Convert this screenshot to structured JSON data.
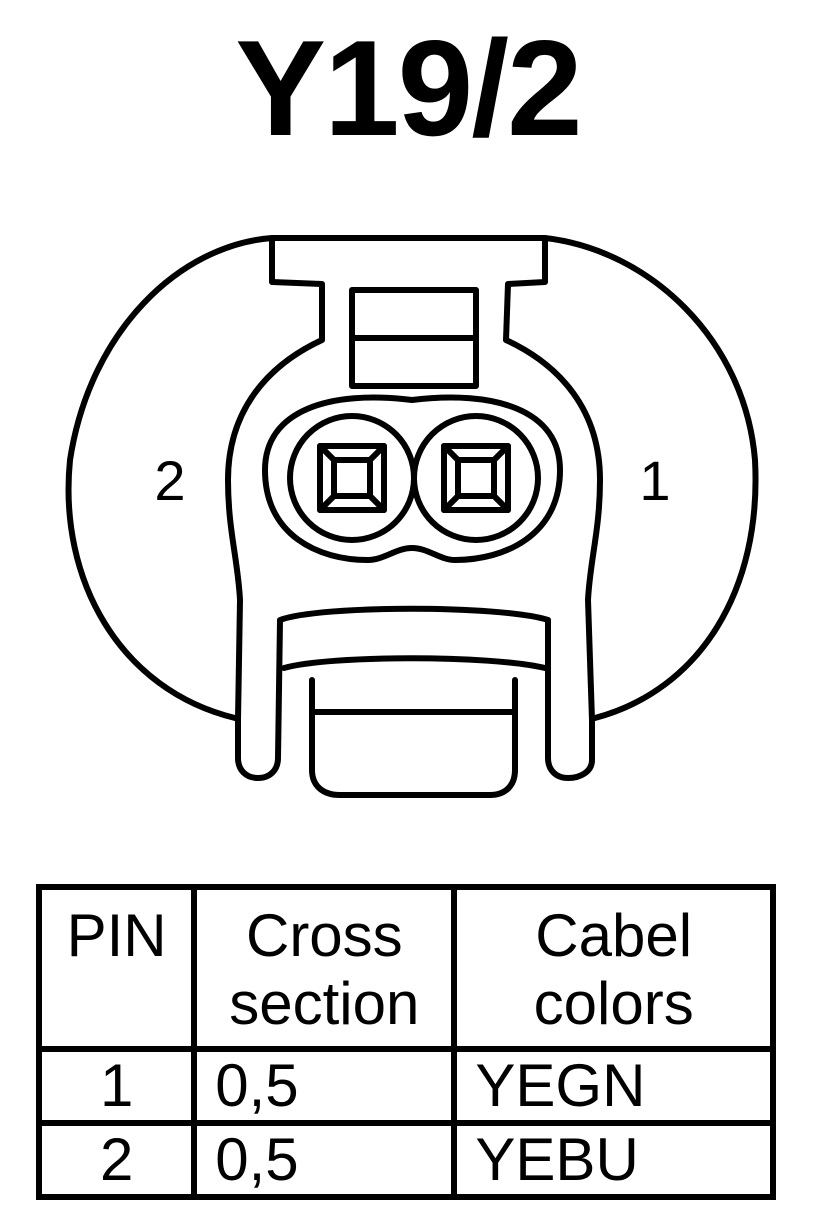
{
  "title": "Y19/2",
  "connector": {
    "pin_left_label": "2",
    "pin_right_label": "1"
  },
  "table": {
    "headers": {
      "pin": "PIN",
      "cross_line1": "Cross",
      "cross_line2": "section",
      "color_line1": "Cabel",
      "color_line2": "colors"
    },
    "rows": [
      {
        "pin": "1",
        "cross_section": "0,5",
        "color": "YEGN"
      },
      {
        "pin": "2",
        "cross_section": "0,5",
        "color": "YEBU"
      }
    ]
  }
}
